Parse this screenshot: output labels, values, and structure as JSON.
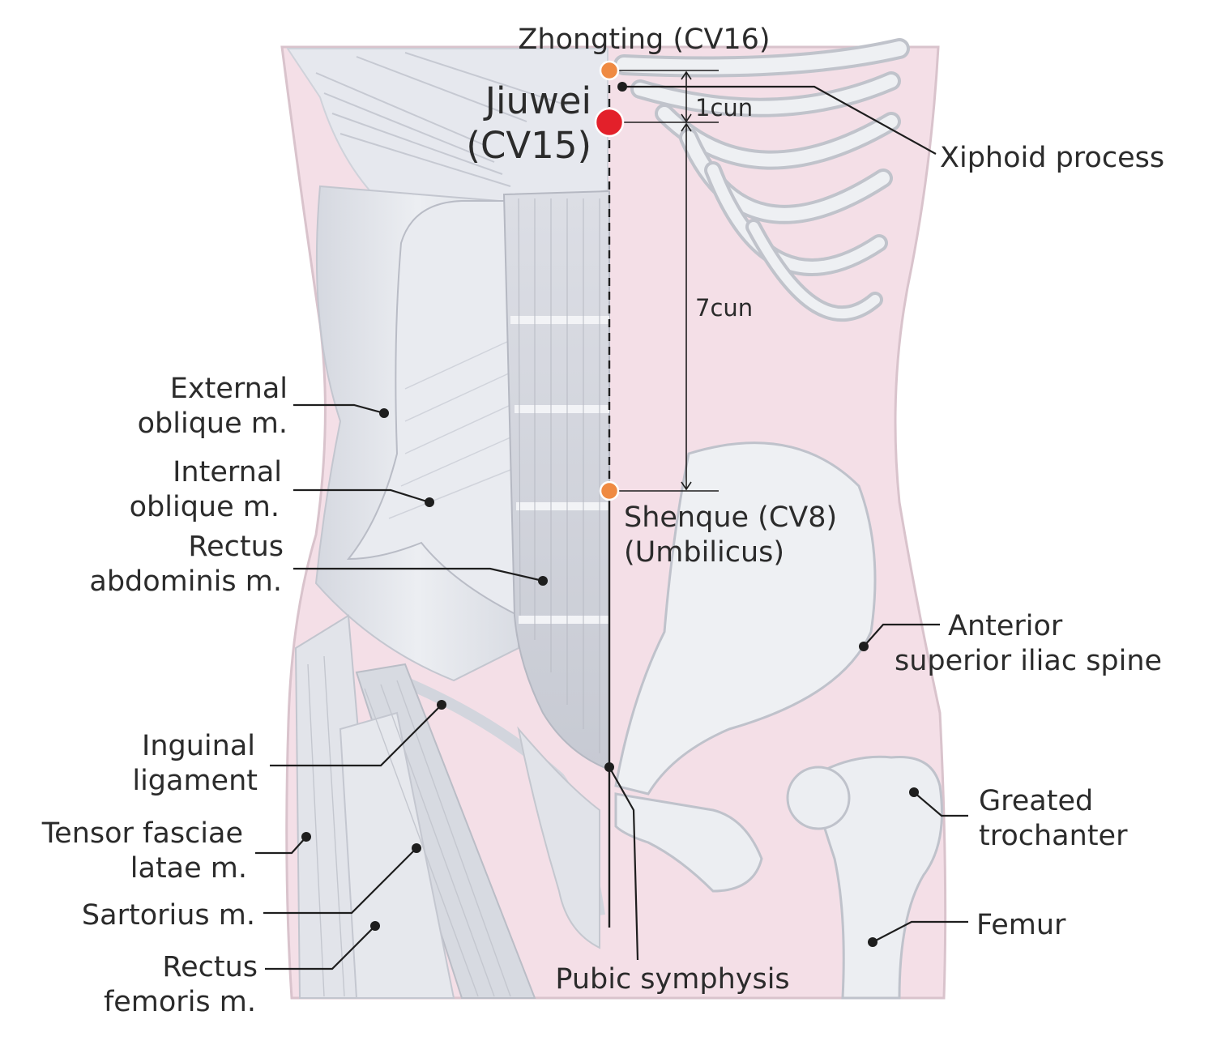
{
  "colors": {
    "background": "#ffffff",
    "skin_tint": "#f6dde6",
    "muscle": "#e4e6ec",
    "muscle_shade": "#c9ccd6",
    "bone": "#eef0f3",
    "acupoint_main": "#e3202a",
    "acupoint_secondary": "#ef8a42",
    "line": "#1e1e1e"
  },
  "points": {
    "zhongting": {
      "label": "Zhongting (CV16)"
    },
    "jiuwei": {
      "line1": "Jiuwei",
      "line2": "(CV15)"
    },
    "shenque": {
      "line1": "Shenque (CV8)",
      "line2": "(Umbilicus)"
    }
  },
  "measurements": {
    "upper": "1cun",
    "lower": "7cun"
  },
  "labels_left": {
    "external_oblique": {
      "line1": "External",
      "line2": "oblique m."
    },
    "internal_oblique": {
      "line1": "Internal",
      "line2": "oblique m."
    },
    "rectus_abdominis": {
      "line1": "Rectus",
      "line2": "abdominis m."
    },
    "inguinal_ligament": {
      "line1": "Inguinal",
      "line2": "ligament"
    },
    "tensor_fasciae": {
      "line1": "Tensor fasciae",
      "line2": "latae m."
    },
    "sartorius": {
      "line1": "Sartorius m."
    },
    "rectus_femoris": {
      "line1": "Rectus",
      "line2": "femoris m."
    }
  },
  "labels_right": {
    "xiphoid": {
      "line1": "Xiphoid process"
    },
    "asis": {
      "line1": "Anterior",
      "line2": "superior iliac spine"
    },
    "trochanter": {
      "line1": "Greated",
      "line2": "trochanter"
    },
    "femur": {
      "line1": "Femur"
    },
    "pubic": {
      "line1": "Pubic symphysis"
    }
  }
}
